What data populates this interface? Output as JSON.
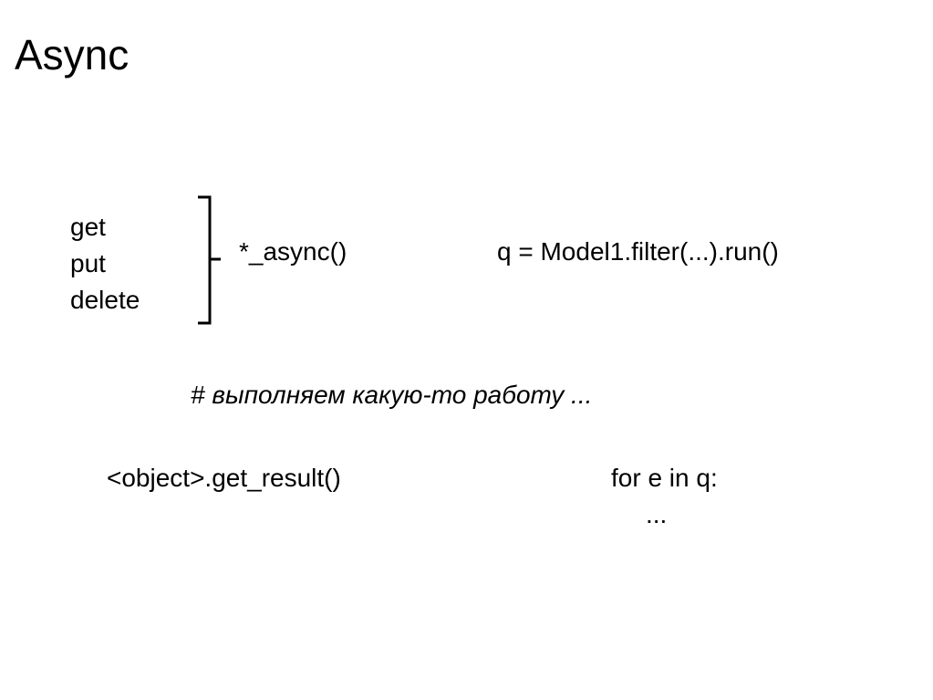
{
  "slide": {
    "title": "Async",
    "methods": [
      "get",
      "put",
      "delete"
    ],
    "async_suffix": "*_async()",
    "query_code": "q = Model1.filter(...).run()",
    "comment": "# выполняем какую-то работу ...",
    "get_result": "<object>.get_result()",
    "loop_line": "for e in q:",
    "loop_body": "..."
  }
}
